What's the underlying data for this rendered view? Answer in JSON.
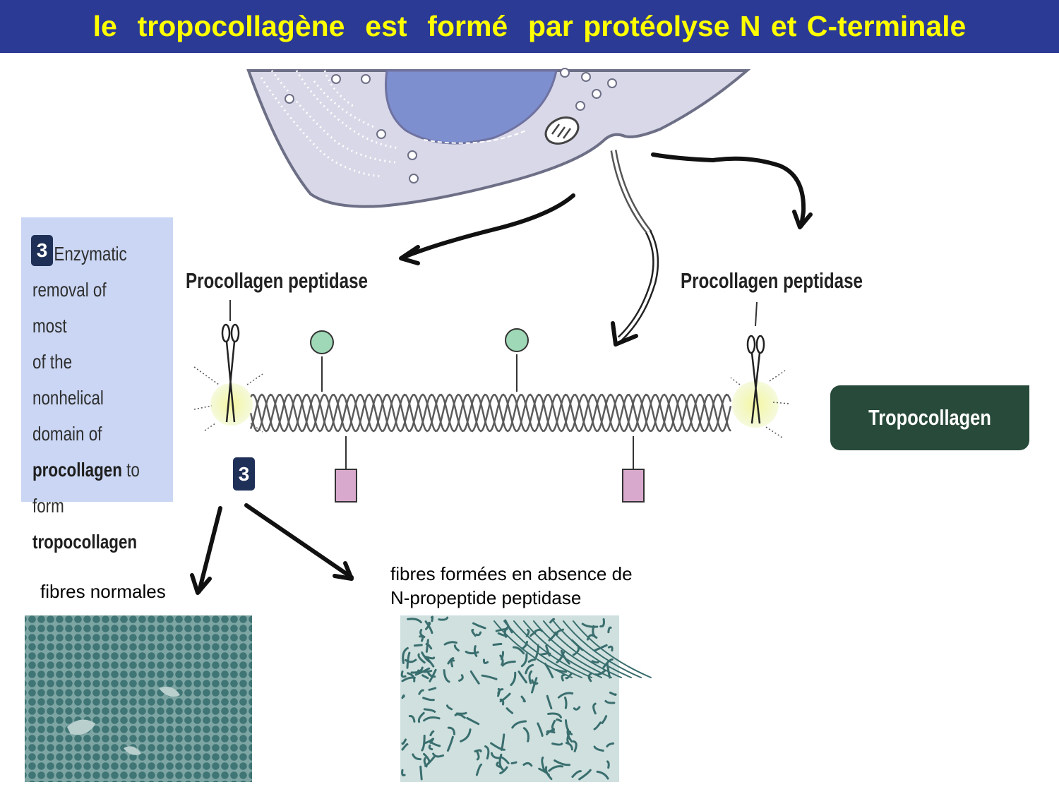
{
  "title": "le  tropocollagène  est  formé  par protéolyse N et C-terminale",
  "step_panel": {
    "number": "3",
    "line1": "Enzymatic",
    "line2": "removal of most",
    "line3": "of the nonhelical",
    "line4": "domain of",
    "line5a": "procollagen",
    "line5b": " to",
    "line6": "form",
    "line7": "tropocollagen"
  },
  "molecule": {
    "enzyme_label_left": "Procollagen peptidase",
    "enzyme_label_right": "Procollagen peptidase",
    "step_number": "3"
  },
  "result_label": "Tropocollagen",
  "captions": {
    "normal": "fibres normales",
    "abnormal_line1": "fibres formées en absence de",
    "abnormal_line2": "N-propeptide peptidase"
  },
  "colors": {
    "title_bg": "#2b3a95",
    "title_text": "#ffff00",
    "panel_bg": "#cad6f3",
    "badge": "#1f3058",
    "cell": "#d8d8e8",
    "nucleus": "#7d8fcf",
    "green_ball": "#9ed8b6",
    "pink_box": "#d8a9cc",
    "tropo_box": "#284a3a",
    "micrograph": "#3f7474"
  }
}
